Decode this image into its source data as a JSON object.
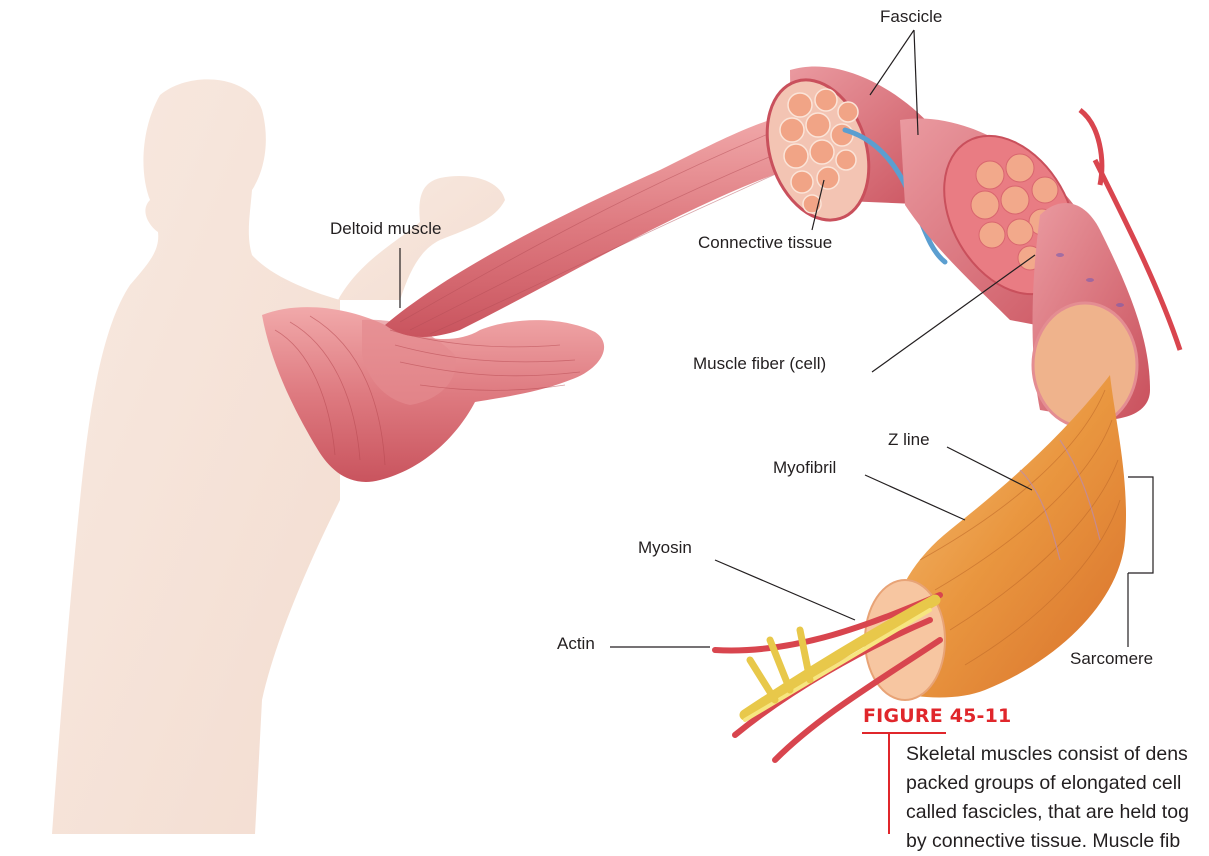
{
  "labels": {
    "fascicle": "Fascicle",
    "deltoid_muscle": "Deltoid muscle",
    "connective_tissue": "Connective tissue",
    "muscle_fiber": "Muscle fiber (cell)",
    "z_line": "Z line",
    "myofibril": "Myofibril",
    "myosin": "Myosin",
    "actin": "Actin",
    "sarcomere": "Sarcomere"
  },
  "figure": {
    "title": "FIGURE 45-11",
    "caption_lines": [
      "Skeletal muscles consist of dens",
      "packed groups of elongated cell",
      "called fascicles, that are held tog",
      "by connective tissue. Muscle fib"
    ]
  },
  "colors": {
    "accent": "#e0262b",
    "muscle": "#e07f84",
    "body_silhouette": "#f6e4da",
    "myofibril": "#e9963f",
    "nerve": "#5b9ed0"
  }
}
